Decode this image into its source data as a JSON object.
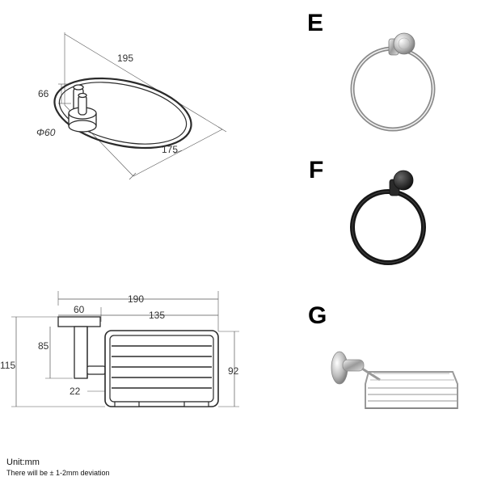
{
  "ring_drawing": {
    "dim_width": "195",
    "dim_depth": "175",
    "dim_height": "66",
    "dim_diameter": "Φ60"
  },
  "soap_drawing": {
    "dim_total": "190",
    "dim_base": "60",
    "dim_basket": "135",
    "dim_height_total": "115",
    "dim_height_mount": "85",
    "dim_basket_height": "92",
    "dim_gap": "22"
  },
  "variants": [
    {
      "letter": "E",
      "finish": "chrome"
    },
    {
      "letter": "F",
      "finish": "black"
    },
    {
      "letter": "G",
      "finish": "chrome"
    }
  ],
  "footer": {
    "unit": "Unit:mm",
    "note": "There will be ± 1-2mm deviation"
  }
}
